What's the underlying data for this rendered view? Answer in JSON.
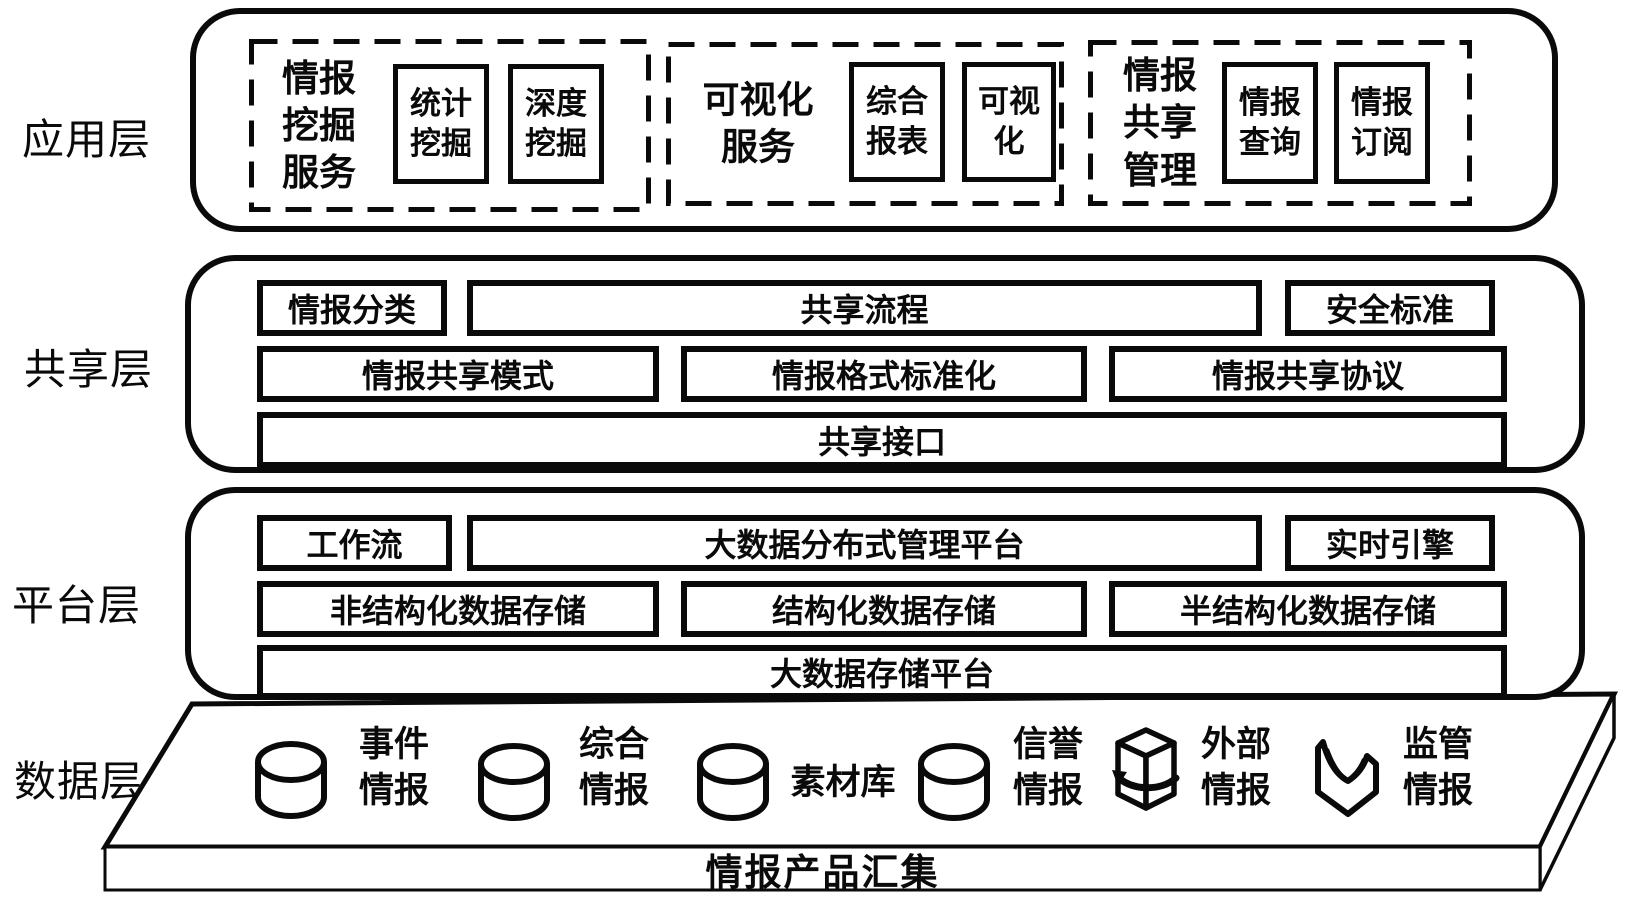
{
  "layer_labels": {
    "application": "应用层",
    "sharing": "共享层",
    "platform": "平台层",
    "data": "数据层"
  },
  "application_layer": {
    "groups": [
      {
        "title": "情报\n挖掘\n服务",
        "items": [
          "统计\n挖掘",
          "深度\n挖掘"
        ]
      },
      {
        "title": "可视化\n服务",
        "items": [
          "综合\n报表",
          "可视\n化"
        ]
      },
      {
        "title": "情报\n共享\n管理",
        "items": [
          "情报\n查询",
          "情报\n订阅"
        ]
      }
    ]
  },
  "sharing_layer": {
    "row1": [
      "情报分类",
      "共享流程",
      "安全标准"
    ],
    "row2": [
      "情报共享模式",
      "情报格式标准化",
      "情报共享协议"
    ],
    "row3": [
      "共享接口"
    ]
  },
  "platform_layer": {
    "row1": [
      "工作流",
      "大数据分布式管理平台",
      "实时引擎"
    ],
    "row2": [
      "非结构化数据存储",
      "结构化数据存储",
      "半结构化数据存储"
    ],
    "row3": [
      "大数据存储平台"
    ]
  },
  "data_layer": {
    "sources": [
      {
        "label": "事件\n情报",
        "icon": "database-cylinder-icon"
      },
      {
        "label": "综合\n情报",
        "icon": "database-cylinder-icon"
      },
      {
        "label": "素材库",
        "icon": "database-cylinder-icon"
      },
      {
        "label": "信誉\n情报",
        "icon": "database-cylinder-icon"
      },
      {
        "label": "外部\n情报",
        "icon": "package-box-icon"
      },
      {
        "label": "监管\n情报",
        "icon": "document-holder-icon"
      }
    ],
    "base_label": "情报产品汇集"
  },
  "colors": {
    "ink": "#0a0a0a",
    "background": "#ffffff"
  }
}
